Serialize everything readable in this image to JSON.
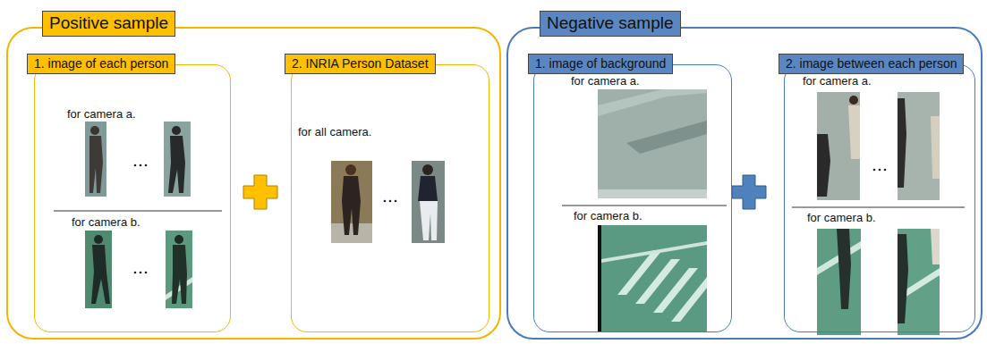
{
  "diagram": {
    "nodes": [
      {
        "text": [
          "Positive sample"
        ]
      },
      {
        "text": [
          "1. image of each person",
          "for camera a.",
          "for camera b."
        ],
        "in": 0
      },
      {
        "text": [
          "2. INRIA Person Dataset",
          "for all camera."
        ],
        "in": 0
      },
      {
        "text": [
          "Negative sample"
        ]
      },
      {
        "text": [
          "1. image of background",
          "for camera a.",
          "for camera b."
        ],
        "in": 3
      },
      {
        "text": [
          "2. image between each person",
          "for camera a.",
          "for camera b."
        ],
        "in": 3
      }
    ]
  }
}
